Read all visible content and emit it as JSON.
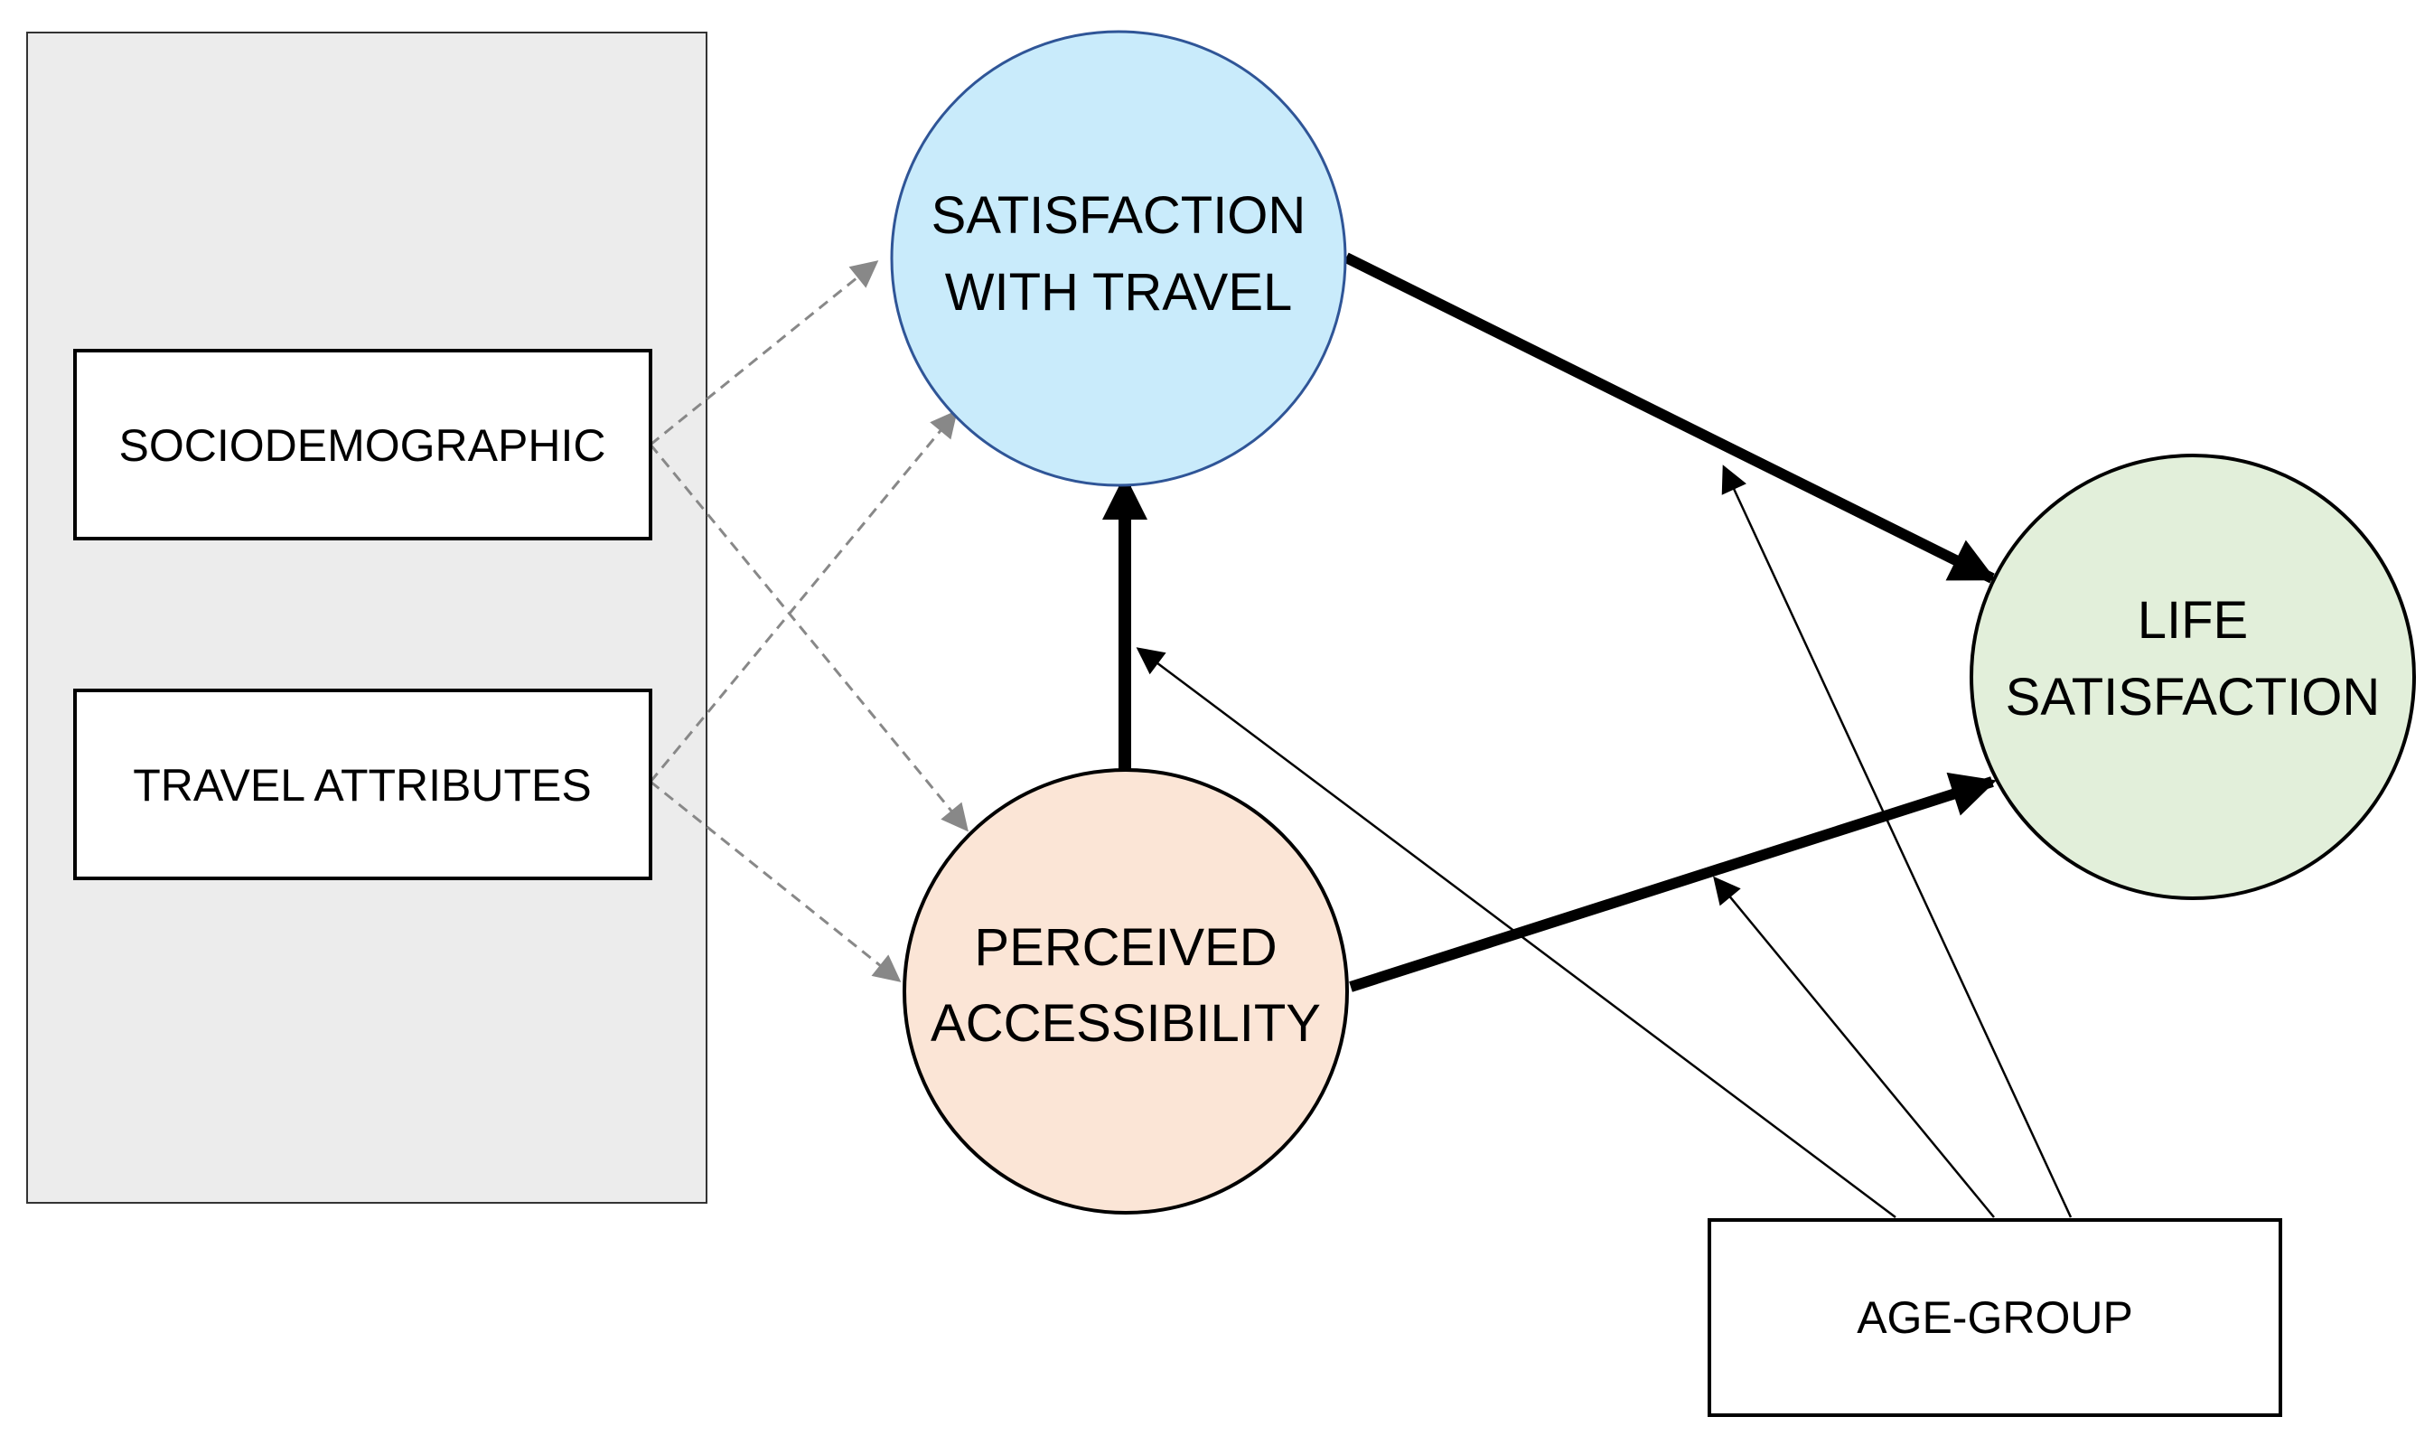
{
  "nodes": {
    "sociodemographic": {
      "label": "SOCIODEMOGRAPHIC"
    },
    "travel_attributes": {
      "label": "TRAVEL ATTRIBUTES"
    },
    "satisfaction_with_travel": {
      "line1": "SATISFACTION",
      "line2": "WITH TRAVEL",
      "fill": "#c9ebfb"
    },
    "perceived_accessibility": {
      "line1": "PERCEIVED",
      "line2": "ACCESSIBILITY",
      "fill": "#fbe5d6"
    },
    "life_satisfaction": {
      "line1": "LIFE",
      "line2": "SATISFACTION",
      "fill": "#e2efda"
    },
    "age_group": {
      "label": "AGE-GROUP"
    }
  },
  "colors": {
    "group_panel": "#ececec",
    "dashed_arrow": "#888888",
    "solid_arrow": "#000000"
  }
}
